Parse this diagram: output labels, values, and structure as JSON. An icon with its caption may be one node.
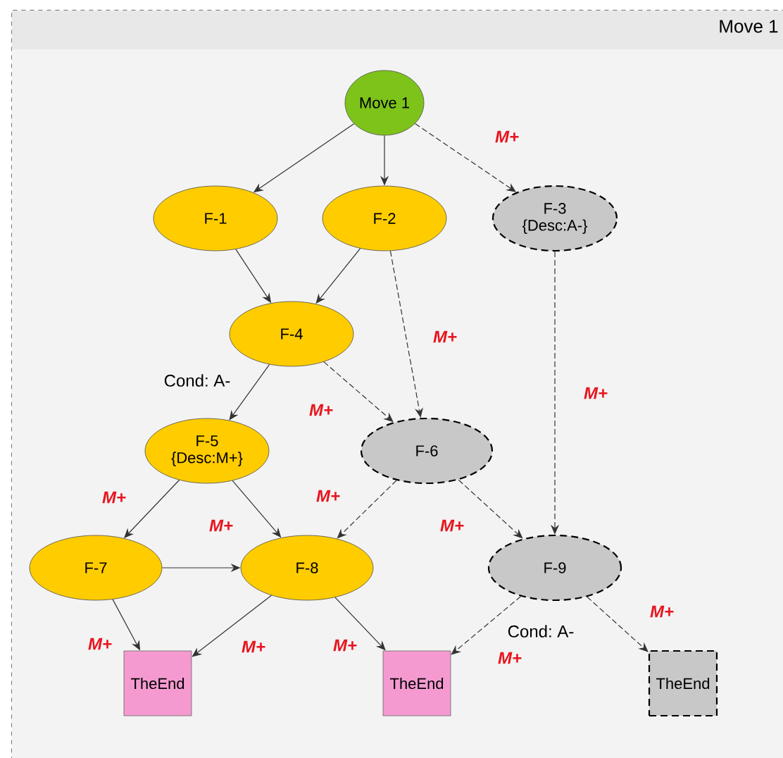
{
  "diagram": {
    "nodes": [
      {
        "text": [
          "Move 1"
        ]
      },
      {
        "text": [
          "Move 1"
        ],
        "in": 0
      },
      {
        "text": [
          "F-1"
        ],
        "in": 0
      },
      {
        "text": [
          "F-2"
        ],
        "in": 0
      },
      {
        "text": [
          "F-3",
          "{Desc:A-}"
        ],
        "in": 0
      },
      {
        "text": [
          "F-4"
        ],
        "in": 0
      },
      {
        "text": [
          "F-5",
          "{Desc:M+}"
        ],
        "in": 0
      },
      {
        "text": [
          "F-6"
        ],
        "in": 0
      },
      {
        "text": [
          "F-7"
        ],
        "in": 0
      },
      {
        "text": [
          "F-8"
        ],
        "in": 0
      },
      {
        "text": [
          "F-9"
        ],
        "in": 0
      },
      {
        "text": [
          "TheEnd"
        ],
        "in": 0
      },
      {
        "text": [
          "TheEnd"
        ],
        "in": 0
      },
      {
        "text": [
          "TheEnd"
        ],
        "in": 0
      }
    ],
    "edges": [
      {
        "from": 1,
        "to": 2,
        "arrow": "to"
      },
      {
        "from": 1,
        "to": 3,
        "arrow": "to"
      },
      {
        "from": 1,
        "to": 4,
        "arrow": "to",
        "style": "dashed",
        "label": "M+"
      },
      {
        "from": 2,
        "to": 5,
        "arrow": "to"
      },
      {
        "from": 3,
        "to": 5,
        "arrow": "to"
      },
      {
        "from": 3,
        "to": 7,
        "arrow": "to",
        "style": "dashed",
        "label": "M+"
      },
      {
        "from": 5,
        "to": 6,
        "arrow": "to",
        "label": "Cond: A-"
      },
      {
        "from": 5,
        "to": 7,
        "arrow": "to",
        "style": "dashed",
        "label": "M+"
      },
      {
        "from": 4,
        "to": 10,
        "arrow": "to",
        "style": "dashed",
        "label": "M+"
      },
      {
        "from": 6,
        "to": 8,
        "arrow": "to",
        "label": "M+"
      },
      {
        "from": 6,
        "to": 9,
        "arrow": "to",
        "label": "M+"
      },
      {
        "from": 7,
        "to": 9,
        "arrow": "to",
        "style": "dashed",
        "label": "M+"
      },
      {
        "from": 7,
        "to": 10,
        "arrow": "to",
        "style": "dashed",
        "label": "M+"
      },
      {
        "from": 8,
        "to": 9,
        "arrow": "to"
      },
      {
        "from": 8,
        "to": 11,
        "arrow": "to",
        "label": "M+"
      },
      {
        "from": 9,
        "to": 11,
        "arrow": "to",
        "label": "M+"
      },
      {
        "from": 9,
        "to": 12,
        "arrow": "to",
        "label": "M+"
      },
      {
        "from": 10,
        "to": 12,
        "arrow": "to",
        "style": "dashed",
        "label": "Cond: A-"
      },
      {
        "from": 10,
        "to": 13,
        "arrow": "to",
        "style": "dashed",
        "label": "M+"
      }
    ],
    "labels": [
      "M+"
    ]
  }
}
